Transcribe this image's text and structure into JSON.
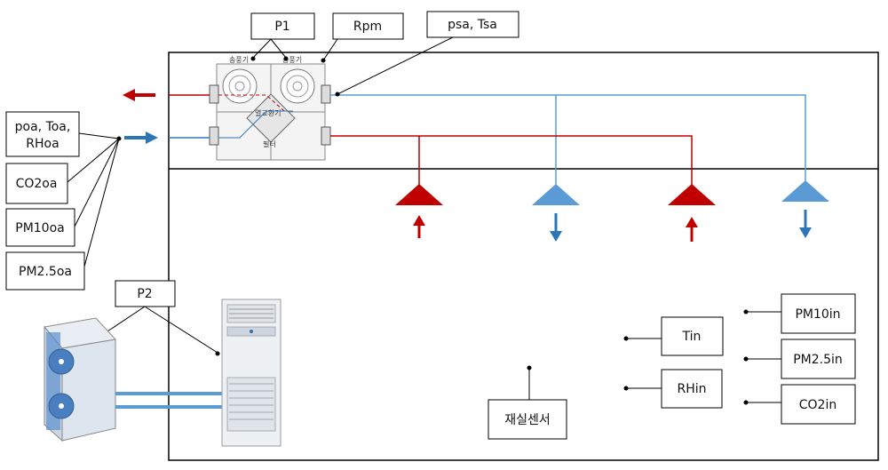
{
  "labels": {
    "p1": "P1",
    "rpm": "Rpm",
    "psa_tsa": "psa, Tsa",
    "poa_line1": "poa, Toa,",
    "poa_line2": "RHoa",
    "co2oa": "CO2oa",
    "pm10oa": "PM10oa",
    "pm25oa": "PM2.5oa",
    "p2": "P2",
    "tin": "Tin",
    "rhin": "RHin",
    "pm10in": "PM10in",
    "pm25in": "PM2.5in",
    "co2in": "CO2in",
    "room_sensor": "재실센서"
  },
  "erv_unit": {
    "fan_left_label": "송풍기",
    "fan_right_label": "송풍기",
    "core_label": "열교환기",
    "filter_label": "필터"
  },
  "colors": {
    "supply": "#c00000",
    "exhaust": "#2e75b6",
    "diffuser_blue": "#5b9bd5",
    "outline": "#000000"
  }
}
